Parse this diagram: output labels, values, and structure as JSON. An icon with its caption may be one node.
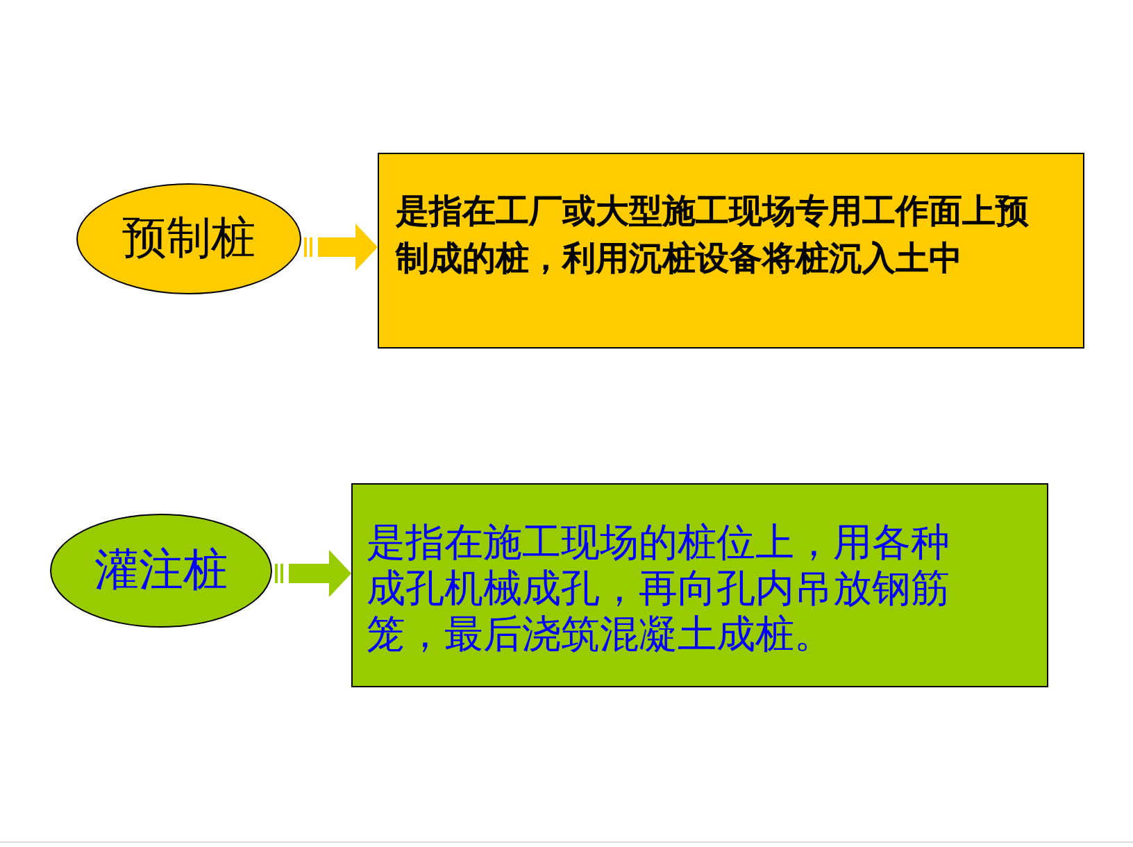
{
  "diagram": {
    "nodes": [
      {
        "text": [
          "预制桩"
        ]
      },
      {
        "text": [
          "是指在工厂或大型施工现场专用工作面上预制成的桩，利用沉桩设备将桩沉入土中"
        ]
      },
      {
        "text": [
          "灌注桩"
        ]
      },
      {
        "text": [
          "是指在施工现场的桩位上，用各种成孔机械成孔，再向孔内吊放钢筋笼，最后浇筑混凝土成桩。"
        ]
      }
    ],
    "edges": [
      {
        "from": 0,
        "to": 1,
        "arrow": "to",
        "color": "#ffcc00"
      },
      {
        "from": 2,
        "to": 3,
        "arrow": "to",
        "color": "#99cc00"
      }
    ]
  }
}
